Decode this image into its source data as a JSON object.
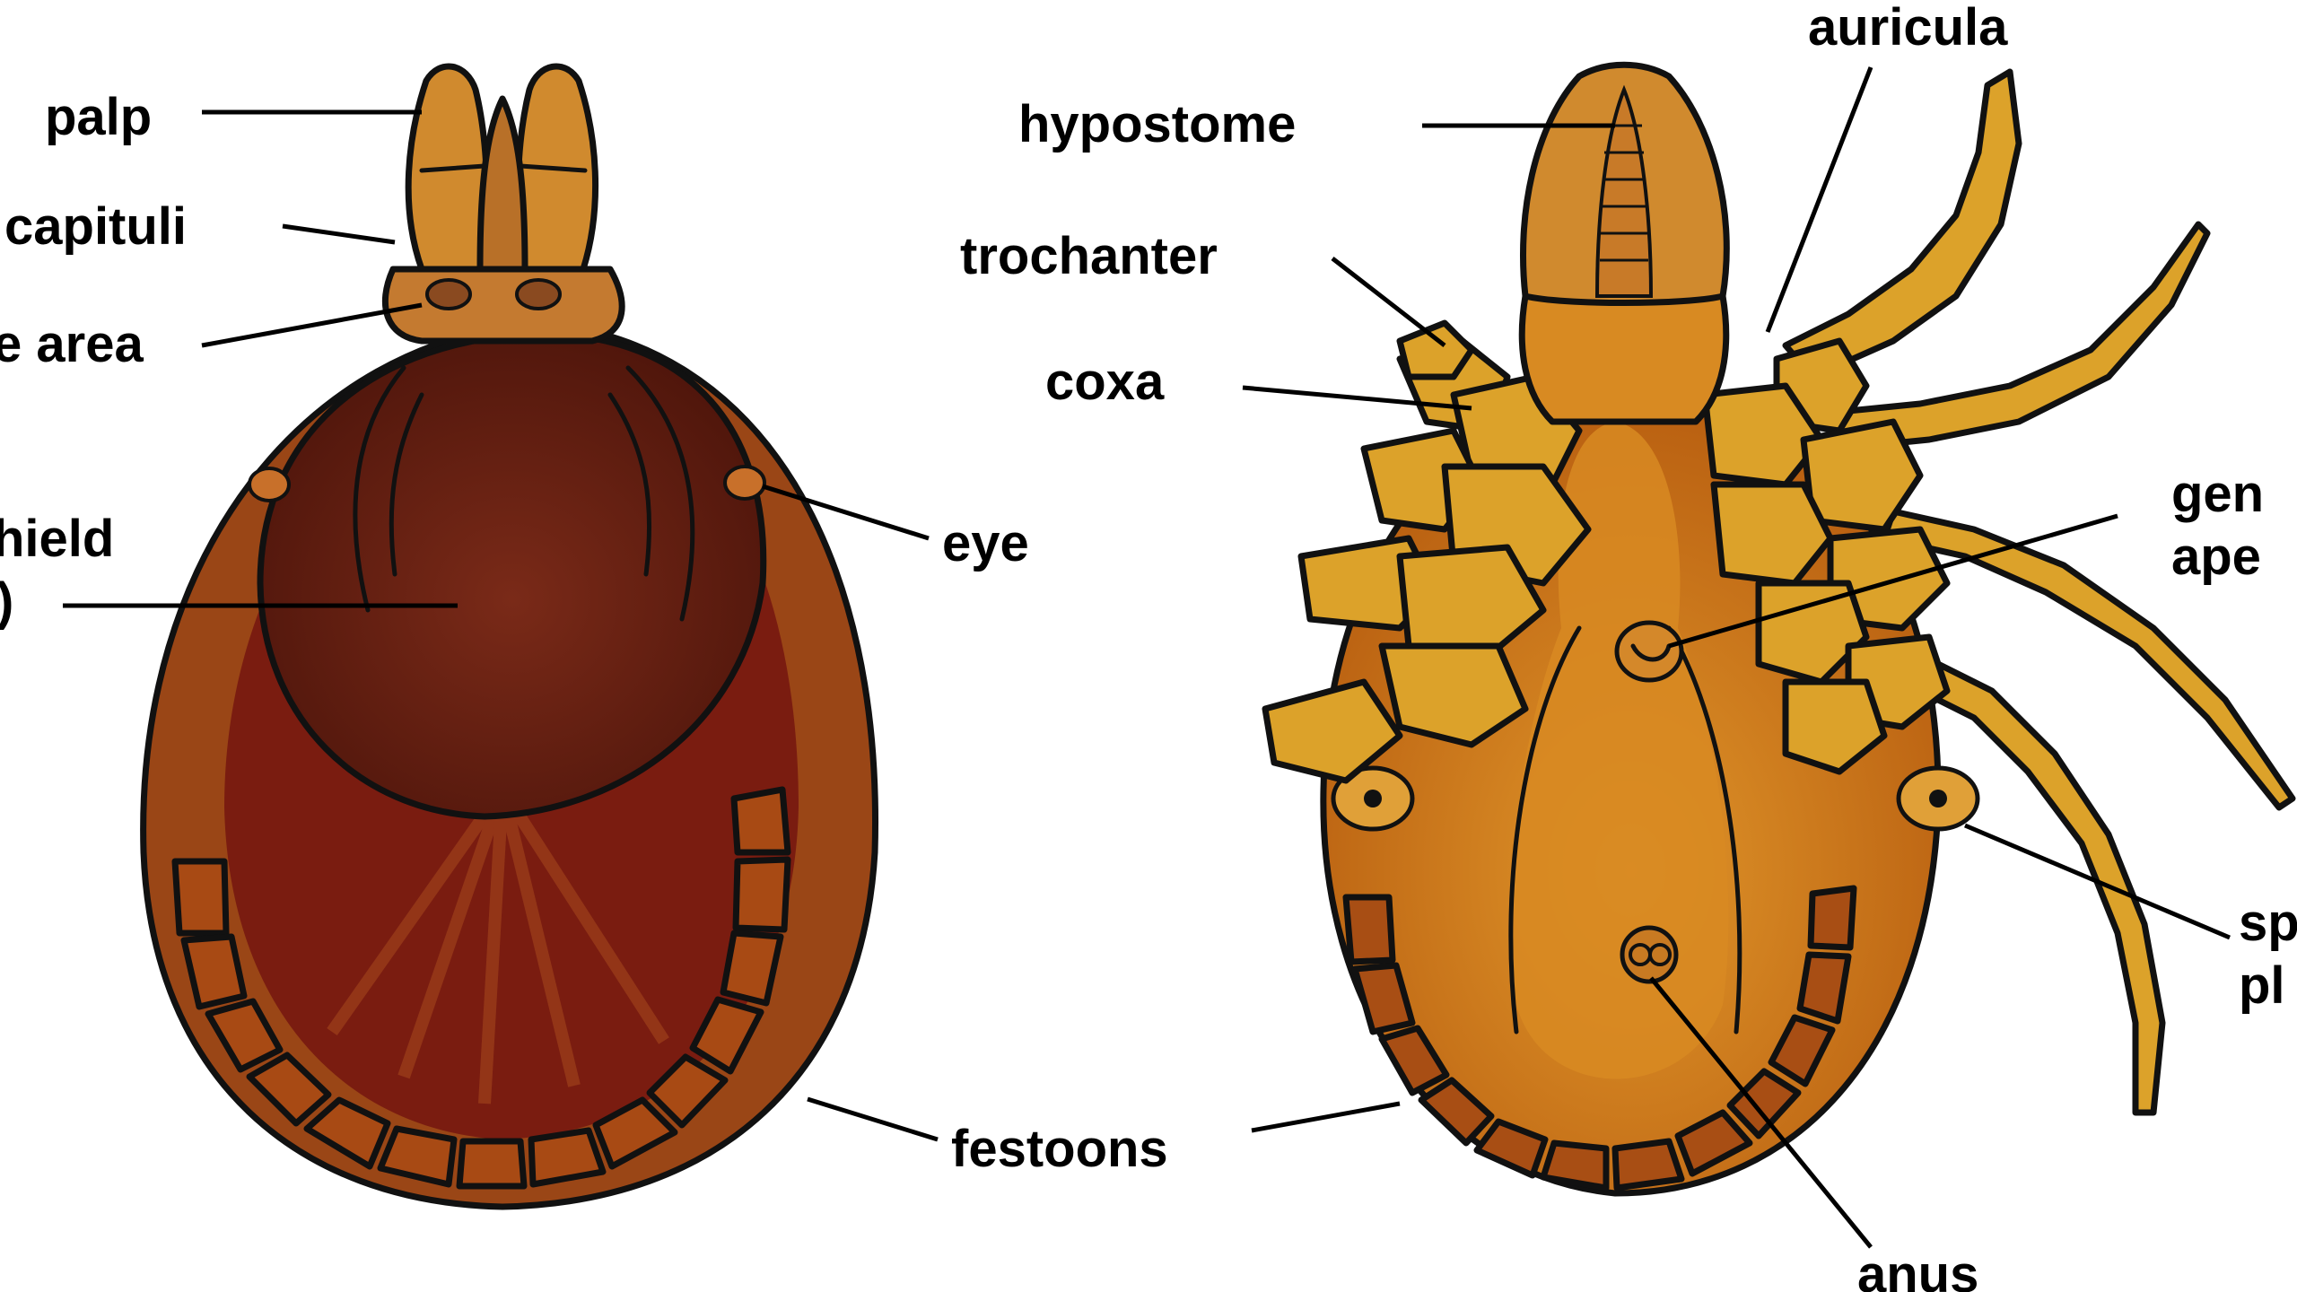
{
  "labels": {
    "palp": "palp",
    "capituli": "capituli",
    "eye_area": "e area",
    "shield_line1": "hield",
    "shield_line2": ")",
    "eye": "eye",
    "festoons": "festoons",
    "hypostome": "hypostome",
    "trochanter": "trochanter",
    "coxa": "coxa",
    "auricula": "auricula",
    "genital_line1": "gen",
    "genital_line2": "ape",
    "spiracle_line1": "sp",
    "spiracle_line2": "pl",
    "anus": "anus"
  },
  "colors": {
    "dorsal_body": "#9a4616",
    "scutum": "#5a1a0e",
    "alloscutum": "#7a1c10",
    "festoon": "#a84a14",
    "capitulum": "#d08a2e",
    "ventral_body": "#c26a12",
    "ventral_center": "#d88a22",
    "legs": "#dca22a",
    "outline": "#111111"
  }
}
